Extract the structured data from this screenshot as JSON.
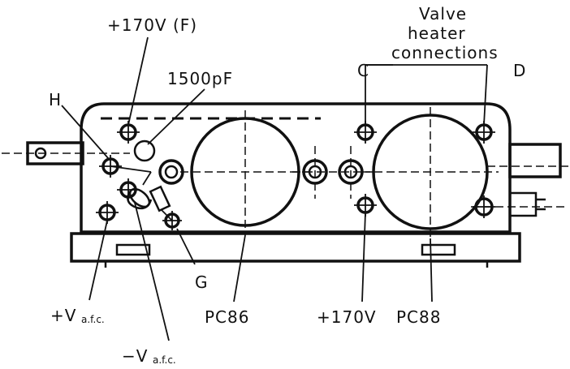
{
  "labels": {
    "plus170_f": "+170V (F)",
    "cap_1500pf": "1500pF",
    "valve_heater_line1": "Valve",
    "valve_heater_line2": "heater",
    "valve_heater_line3": "connections",
    "terminal_c": "C",
    "terminal_d": "D",
    "terminal_h": "H",
    "terminal_g": "G",
    "plus_v_afc_main": "+V",
    "plus_v_afc_sub": "a.f.c.",
    "minus_v_afc_main": "−V",
    "minus_v_afc_sub": "a.f.c.",
    "valve_pc86": "PC86",
    "plus170": "+170V",
    "valve_pc88": "PC88"
  }
}
